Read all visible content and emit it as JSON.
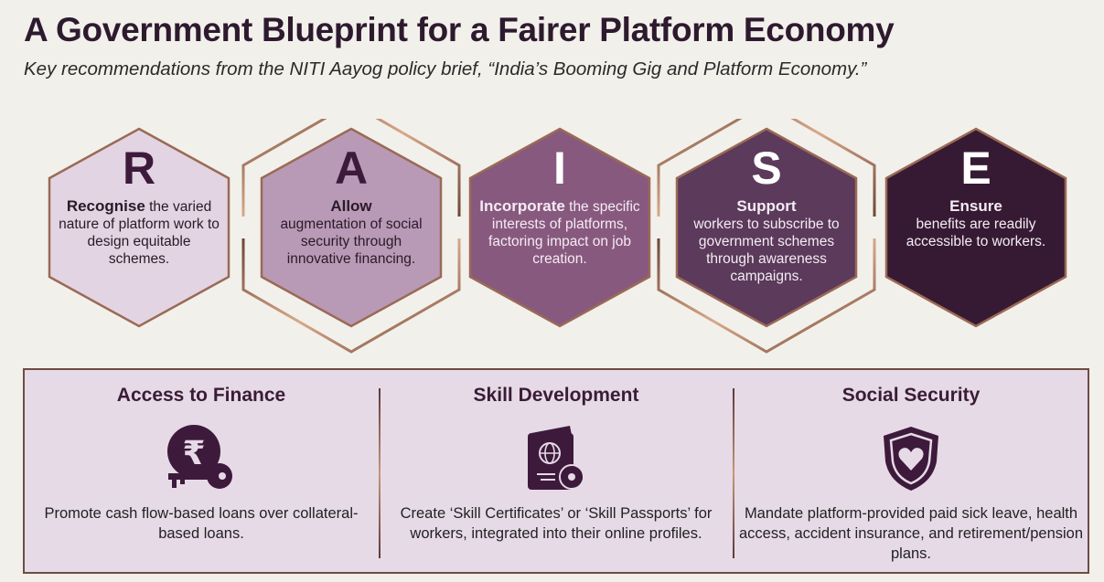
{
  "header": {
    "title": "A Government Blueprint for a Fairer Platform Economy",
    "subtitle": "Key recommendations from the NITI Aayog policy brief, “India’s Booming Gig and Platform Economy.”"
  },
  "raise": [
    {
      "letter": "R",
      "keyword": "Recognise",
      "text_inline": " the",
      "text": "varied nature of platform work to design equitable schemes.",
      "color": "#e2d4e2"
    },
    {
      "letter": "A",
      "keyword": "Allow",
      "text_inline": "",
      "text": "augmentation of social security through innovative financing.",
      "color": "#b89ab6"
    },
    {
      "letter": "I",
      "keyword": "Incorporate",
      "text_inline": " the",
      "text": "specific interests of platforms, factoring impact on job creation.",
      "color": "#88597f"
    },
    {
      "letter": "S",
      "keyword": "Support",
      "text_inline": "",
      "text": "workers to subscribe to government schemes through awareness campaigns.",
      "color": "#5b3a5b"
    },
    {
      "letter": "E",
      "keyword": "Ensure",
      "text_inline": "",
      "text": "benefits are readily accessible to workers.",
      "color": "#361a33"
    }
  ],
  "pillars": [
    {
      "title": "Access to Finance",
      "icon": "rupee-key-icon",
      "text": "Promote cash flow-based loans over collateral-based loans."
    },
    {
      "title": "Skill Development",
      "icon": "passport-gear-icon",
      "text": "Create ‘Skill Certificates’ or ‘Skill Passports’ for workers, integrated into their online profiles."
    },
    {
      "title": "Social Security",
      "icon": "shield-heart-icon",
      "text": "Mandate platform-provided paid sick leave, health access, accident insurance, and retirement/pension plans."
    }
  ],
  "colors": {
    "bronze": "#9a6a55",
    "dark_plum": "#3a1c36",
    "panel": "#e6dae6"
  }
}
